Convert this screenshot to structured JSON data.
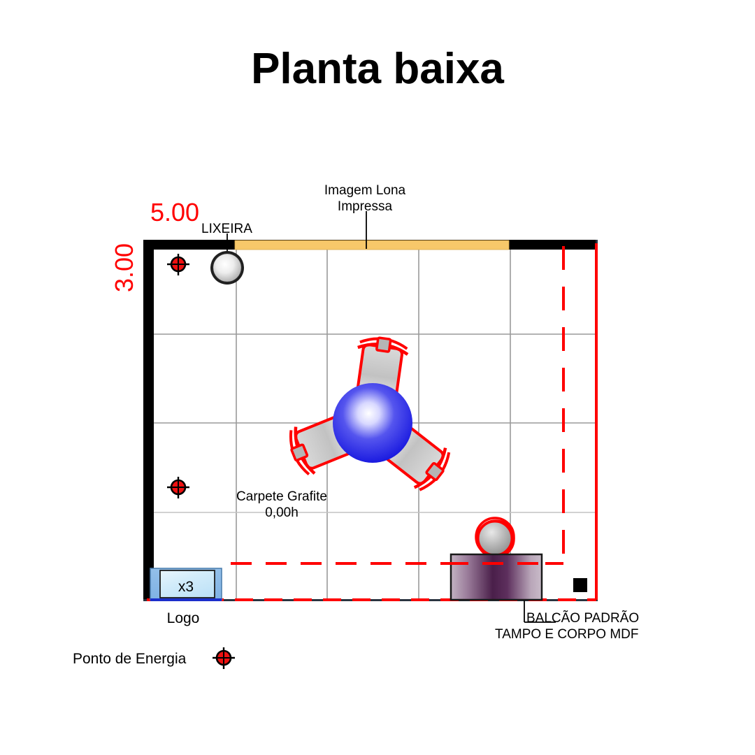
{
  "title": "Planta baixa",
  "dimensions": {
    "width_label": "5.00",
    "height_label": "3.00",
    "color": "#ff0000"
  },
  "annotations": {
    "banner": "Imagem Lona\nImpressa",
    "banner_line1": "Imagem Lona",
    "banner_line2": "Impressa",
    "trash": "LIXEIRA",
    "carpet_line1": "Carpete Grafite",
    "carpet_line2": "0,00h",
    "logo": "Logo",
    "logo_count": "x3",
    "counter_line1": "BALCÃO PADRÃO",
    "counter_line2": "TAMPO E CORPO MDF"
  },
  "legend": {
    "power_point_label": "Ponto de Energia",
    "power_point_icon": "power-point-icon"
  },
  "colors": {
    "wall": "#000000",
    "banner": "#f7c86a",
    "grid": "#9a9a9a",
    "dashed_red": "#ff0000",
    "table_blue": "#1b1be0",
    "chair_outline": "#ff0000",
    "chair_fill": "#c8c8c8",
    "counter_purple": "#5c2a5c",
    "logo_blue": "#7fb2e5",
    "logo_inner": "#dcf0fb",
    "power_red": "#ee1111"
  },
  "room": {
    "grid_columns": 5,
    "grid_rows": 4
  },
  "icons": {
    "power_point": "power-point-icon",
    "trash_bin": "trash-bin-icon",
    "round_table": "round-table-icon",
    "chair": "chair-icon",
    "stool": "stool-icon",
    "counter": "counter-icon",
    "logo_panel": "logo-panel-icon",
    "black_marker": "black-marker-icon",
    "banner": "printed-banner-icon"
  }
}
